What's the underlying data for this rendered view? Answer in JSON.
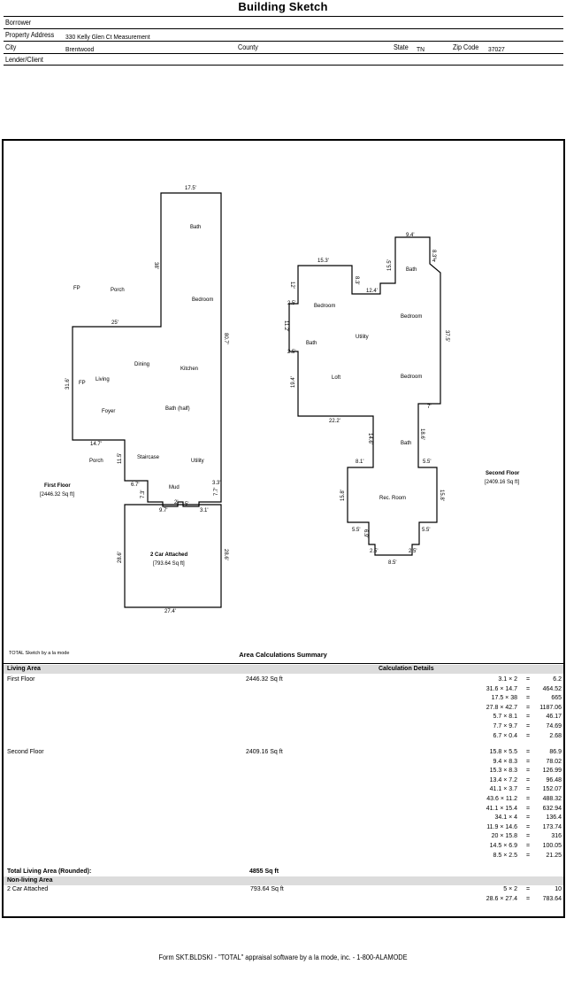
{
  "title": "Building Sketch",
  "header": {
    "borrower_label": "Borrower",
    "property_address_label": "Property Address",
    "property_address": "330 Kelly Glen Ct Measurement",
    "city_label": "City",
    "city": "Brentwood",
    "county_label": "County",
    "state_label": "State",
    "state": "TN",
    "zip_label": "Zip Code",
    "zip": "37027",
    "lender_label": "Lender/Client"
  },
  "sketch": {
    "first_floor": {
      "title": "First Floor",
      "area": "[2446.32 Sq ft]",
      "rooms": [
        "FP",
        "Porch",
        "Bath",
        "Bedroom",
        "Dining",
        "Kitchen",
        "Living",
        "FP",
        "Foyer",
        "Bath (half)",
        "Porch",
        "Staircase",
        "Utility",
        "Mud"
      ],
      "dims": [
        "17.5'",
        "38'",
        "25'",
        "80.7'",
        "31.6'",
        "14.7'",
        "11.5'",
        "6.7'",
        "7.3'",
        "3.3'",
        "7.7'",
        "9.7'",
        "2'",
        "5'",
        "3.1'"
      ]
    },
    "garage": {
      "title": "2 Car Attached",
      "area": "[793.64 Sq ft]",
      "dims": [
        "28.6'",
        "28.6'",
        "27.4'"
      ]
    },
    "second_floor": {
      "title": "Second Floor",
      "area": "[2409.16 Sq ft]",
      "rooms": [
        "Bath",
        "Bedroom",
        "Bedroom",
        "Bath",
        "Utility",
        "Loft",
        "Bedroom",
        "Bath",
        "Rec. Room"
      ],
      "dims": [
        "9.4'",
        "8.3'",
        "4'",
        "15.3'",
        "15.5'",
        "12.4'",
        "8.3'",
        "12'",
        "2.5'",
        "11.2'",
        "37.5'",
        "2.5'",
        "19.4'",
        "7'",
        "22.2'",
        "14.6'",
        "18.6'",
        "8.1'",
        "5.5'",
        "15.8'",
        "15.8'",
        "5.5'",
        "5.5'",
        "6.9'",
        "2.5'",
        "2.5'",
        "8.5'"
      ]
    },
    "software_note": "TOTAL Sketch by a la mode"
  },
  "area_summary": {
    "title": "Area Calculations Summary",
    "living_area_label": "Living Area",
    "calc_details_label": "Calculation Details",
    "rows": [
      {
        "name": "First Floor",
        "area": "2446.32 Sq ft",
        "calcs": [
          {
            "expr": "3.1 × 2",
            "eq": "=",
            "res": "6.2"
          },
          {
            "expr": "31.6 × 14.7",
            "eq": "=",
            "res": "464.52"
          },
          {
            "expr": "17.5 × 38",
            "eq": "=",
            "res": "665"
          },
          {
            "expr": "27.8 × 42.7",
            "eq": "=",
            "res": "1187.06"
          },
          {
            "expr": "5.7 × 8.1",
            "eq": "=",
            "res": "46.17"
          },
          {
            "expr": "7.7 × 9.7",
            "eq": "=",
            "res": "74.69"
          },
          {
            "expr": "6.7 × 0.4",
            "eq": "=",
            "res": "2.68"
          }
        ]
      },
      {
        "name": "Second Floor",
        "area": "2409.16 Sq ft",
        "calcs": [
          {
            "expr": "15.8 × 5.5",
            "eq": "=",
            "res": "86.9"
          },
          {
            "expr": "9.4 × 8.3",
            "eq": "=",
            "res": "78.02"
          },
          {
            "expr": "15.3 × 8.3",
            "eq": "=",
            "res": "126.99"
          },
          {
            "expr": "13.4 × 7.2",
            "eq": "=",
            "res": "96.48"
          },
          {
            "expr": "41.1 × 3.7",
            "eq": "=",
            "res": "152.07"
          },
          {
            "expr": "43.6 × 11.2",
            "eq": "=",
            "res": "488.32"
          },
          {
            "expr": "41.1 × 15.4",
            "eq": "=",
            "res": "632.94"
          },
          {
            "expr": "34.1 × 4",
            "eq": "=",
            "res": "136.4"
          },
          {
            "expr": "11.9 × 14.6",
            "eq": "=",
            "res": "173.74"
          },
          {
            "expr": "20 × 15.8",
            "eq": "=",
            "res": "316"
          },
          {
            "expr": "14.5 × 6.9",
            "eq": "=",
            "res": "100.05"
          },
          {
            "expr": "8.5 × 2.5",
            "eq": "=",
            "res": "21.25"
          }
        ]
      }
    ],
    "total_label": "Total Living Area (Rounded):",
    "total_value": "4855 Sq ft",
    "nonliving_label": "Non-living Area",
    "nonliving": {
      "name": "2 Car Attached",
      "area": "793.64 Sq ft",
      "calcs": [
        {
          "expr": "5 × 2",
          "eq": "=",
          "res": "10"
        },
        {
          "expr": "28.6 × 27.4",
          "eq": "=",
          "res": "783.64"
        }
      ]
    }
  },
  "footer": "Form SKT.BLDSKI - \"TOTAL\" appraisal software by a la mode, inc. - 1-800-ALAMODE"
}
